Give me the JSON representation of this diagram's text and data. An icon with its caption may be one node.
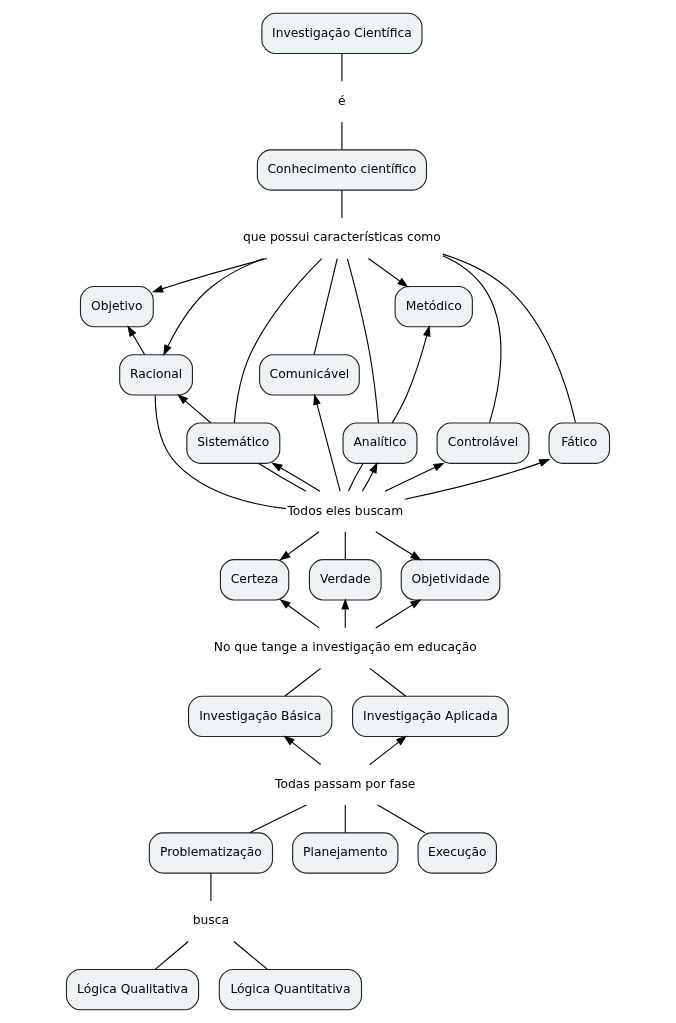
{
  "diagram": {
    "nodes": [
      {
        "text": [
          "Investigação Científica"
        ]
      },
      {
        "text": [
          "é"
        ]
      },
      {
        "text": [
          "Conhecimento científico"
        ]
      },
      {
        "text": [
          "que possui características como"
        ]
      },
      {
        "text": [
          "Objetivo"
        ]
      },
      {
        "text": [
          "Metódico"
        ]
      },
      {
        "text": [
          "Racional"
        ]
      },
      {
        "text": [
          "Comunicável"
        ]
      },
      {
        "text": [
          "Sistemático"
        ]
      },
      {
        "text": [
          "Controlável"
        ]
      },
      {
        "text": [
          "Fático"
        ]
      },
      {
        "text": [
          "Analítico"
        ]
      },
      {
        "text": [
          "Todos eles buscam"
        ]
      },
      {
        "text": [
          "Certeza"
        ]
      },
      {
        "text": [
          "Verdade"
        ]
      },
      {
        "text": [
          "Objetividade"
        ]
      },
      {
        "text": [
          "No que tange a investigação em educação"
        ]
      },
      {
        "text": [
          "Investigação Básica"
        ]
      },
      {
        "text": [
          "Investigação Aplicada"
        ]
      },
      {
        "text": [
          "Todas passam por fase"
        ]
      },
      {
        "text": [
          "Problematização"
        ]
      },
      {
        "text": [
          "Planejamento"
        ]
      },
      {
        "text": [
          "Execução"
        ]
      },
      {
        "text": [
          "busca"
        ]
      },
      {
        "text": [
          "Lógica Qualitativa"
        ]
      },
      {
        "text": [
          "Lógica Quantitativa"
        ]
      }
    ],
    "edges": [
      {
        "from": 0,
        "to": 1,
        "arrow": "none"
      },
      {
        "from": 1,
        "to": 2,
        "arrow": "none"
      },
      {
        "from": 2,
        "to": 3,
        "arrow": "none"
      },
      {
        "from": 3,
        "to": 4,
        "arrow": "to"
      },
      {
        "from": 3,
        "to": 5,
        "arrow": "to"
      },
      {
        "from": 3,
        "to": 6,
        "arrow": "to"
      },
      {
        "from": 3,
        "to": 8,
        "arrow": "none"
      },
      {
        "from": 3,
        "to": 9,
        "arrow": "none"
      },
      {
        "from": 3,
        "to": 10,
        "arrow": "none"
      },
      {
        "from": 3,
        "to": 11,
        "arrow": "none"
      },
      {
        "from": 3,
        "to": 7,
        "arrow": "none"
      },
      {
        "from": 6,
        "to": 4,
        "arrow": "to"
      },
      {
        "from": 8,
        "to": 6,
        "arrow": "to"
      },
      {
        "from": 11,
        "to": 5,
        "arrow": "to"
      },
      {
        "from": 6,
        "to": 12,
        "arrow": "none"
      },
      {
        "from": 8,
        "to": 12,
        "arrow": "none"
      },
      {
        "from": 12,
        "to": 8,
        "arrow": "to"
      },
      {
        "from": 12,
        "to": 9,
        "arrow": "to"
      },
      {
        "from": 12,
        "to": 10,
        "arrow": "to"
      },
      {
        "from": 11,
        "to": 12,
        "arrow": "none"
      },
      {
        "from": 12,
        "to": 11,
        "arrow": "to"
      },
      {
        "from": 12,
        "to": 7,
        "arrow": "to"
      },
      {
        "from": 12,
        "to": 13,
        "arrow": "to"
      },
      {
        "from": 14,
        "to": 12,
        "arrow": "none"
      },
      {
        "from": 12,
        "to": 15,
        "arrow": "to"
      },
      {
        "from": 16,
        "to": 13,
        "arrow": "to"
      },
      {
        "from": 16,
        "to": 14,
        "arrow": "to"
      },
      {
        "from": 16,
        "to": 15,
        "arrow": "to"
      },
      {
        "from": 17,
        "to": 16,
        "arrow": "none"
      },
      {
        "from": 18,
        "to": 16,
        "arrow": "none"
      },
      {
        "from": 19,
        "to": 17,
        "arrow": "to"
      },
      {
        "from": 19,
        "to": 18,
        "arrow": "to"
      },
      {
        "from": 19,
        "to": 20,
        "arrow": "none"
      },
      {
        "from": 19,
        "to": 21,
        "arrow": "none"
      },
      {
        "from": 19,
        "to": 22,
        "arrow": "none"
      },
      {
        "from": 20,
        "to": 23,
        "arrow": "none"
      },
      {
        "from": 23,
        "to": 24,
        "arrow": "none"
      },
      {
        "from": 23,
        "to": 25,
        "arrow": "none"
      }
    ]
  }
}
